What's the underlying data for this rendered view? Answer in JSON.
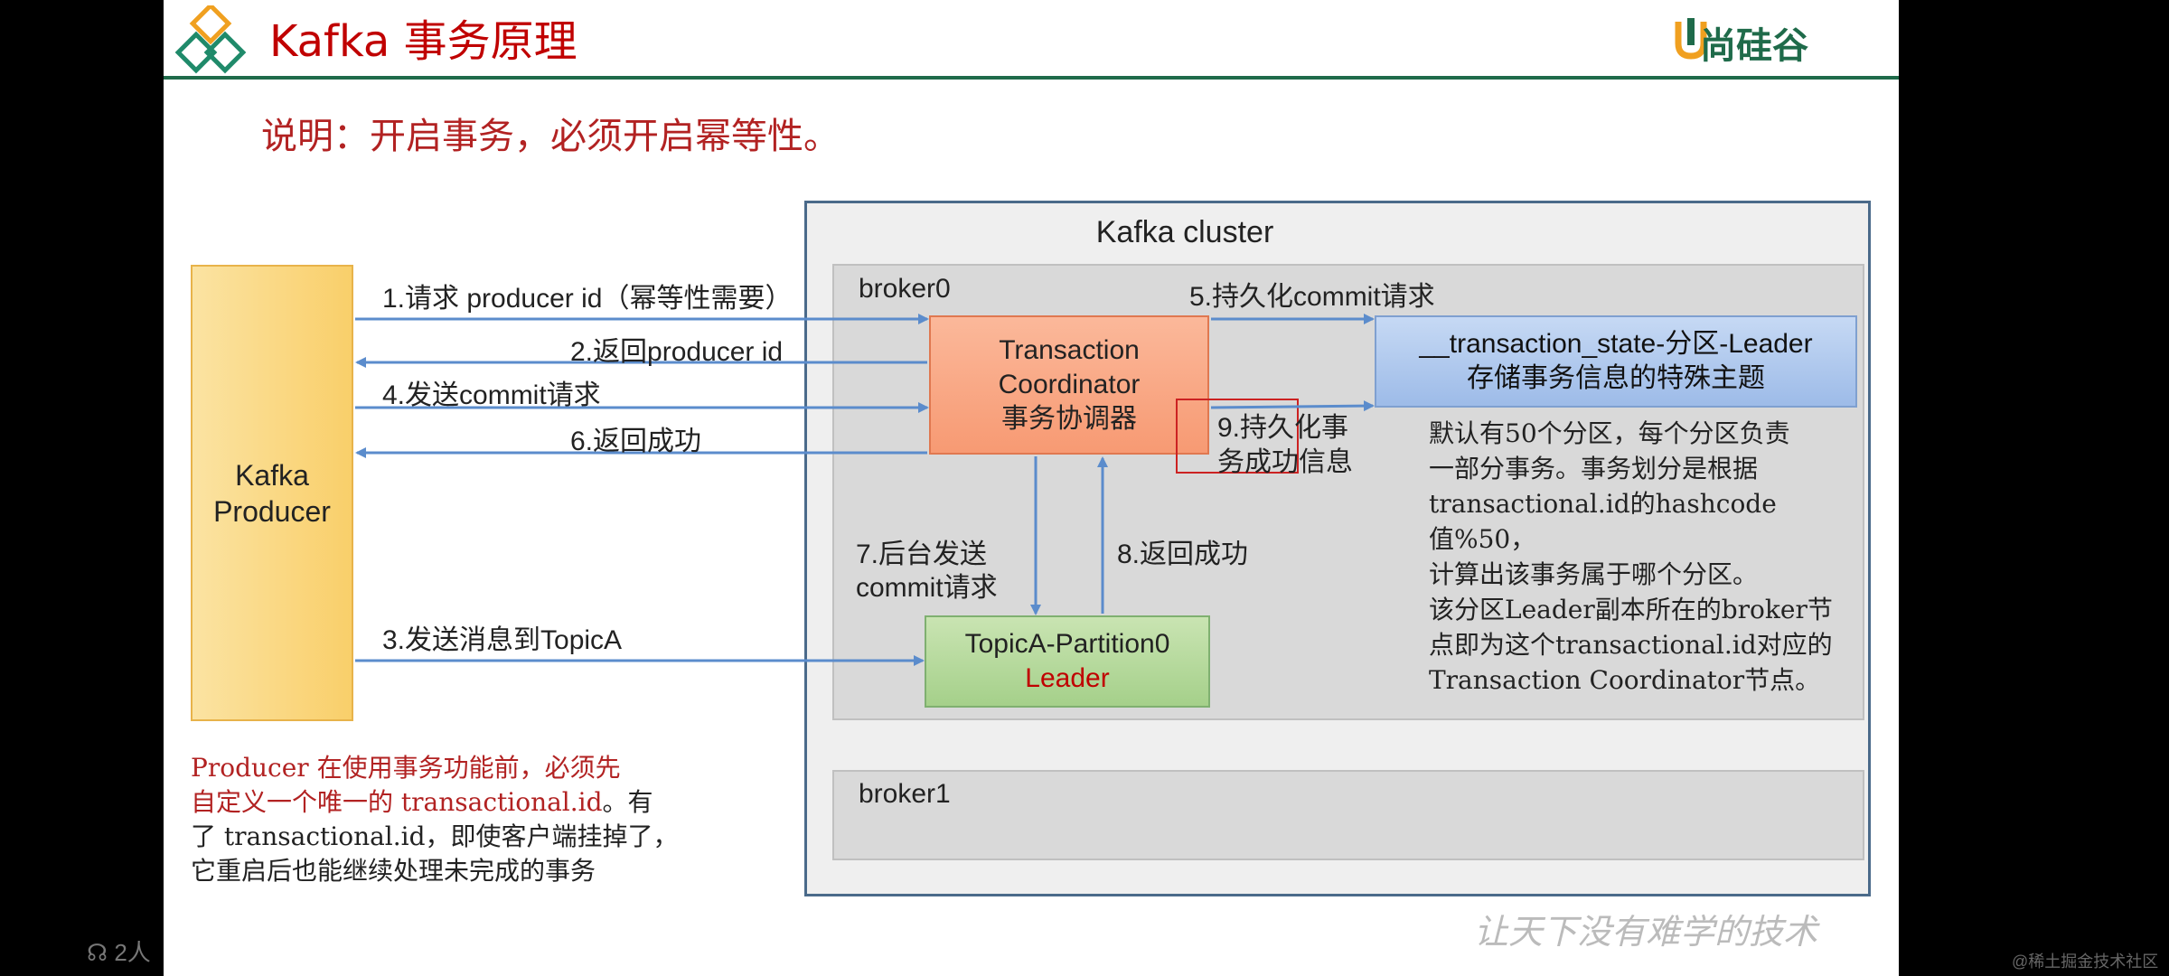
{
  "header": {
    "title": "Kafka 事务原理",
    "logo_text": "尚硅谷"
  },
  "subtitle": "说明：开启事务，必须开启幂等性。",
  "diagram": {
    "cluster_label": "Kafka cluster",
    "broker0_label": "broker0",
    "broker1_label": "broker1",
    "producer": {
      "line1": "Kafka",
      "line2": "Producer"
    },
    "coordinator": {
      "line1": "Transaction",
      "line2": "Coordinator",
      "line3": "事务协调器"
    },
    "state_topic": {
      "line1": "__transaction_state-分区-Leader",
      "line2": "存储事务信息的特殊主题"
    },
    "partition": {
      "line1": "TopicA-Partition0",
      "line2": "Leader"
    },
    "steps": {
      "s1": "1.请求 producer id（幂等性需要）",
      "s2": "2.返回producer id",
      "s3": "3.发送消息到TopicA",
      "s4": "4.发送commit请求",
      "s5": "5.持久化commit请求",
      "s6": "6.返回成功",
      "s7_line1": "7.后台发送",
      "s7_line2": "commit请求",
      "s8": "8.返回成功",
      "s9_line1": "9.持久化事",
      "s9_line2": "务成功信息"
    },
    "description": [
      "默认有50个分区，每个分区负责",
      "一部分事务。事务划分是根据",
      "transactional.id的hashcode值%50，",
      "计算出该事务属于哪个分区。",
      "该分区Leader副本所在的broker节",
      "点即为这个transactional.id对应的",
      "Transaction Coordinator节点。"
    ],
    "producer_note": {
      "red_line1": "Producer 在使用事务功能前，必须先",
      "red_line2": "自定义一个唯一的 transactional.id",
      "tail_line2": "。有",
      "line3": "了 transactional.id，即使客户端挂掉了，",
      "line4": "它重启后也能继续处理未完成的事务"
    }
  },
  "footer": {
    "slogan": "让天下没有难学的技术",
    "viewer_count": "2人",
    "watermark": "@稀土掘金技术社区"
  },
  "colors": {
    "title_red": "#C00000",
    "brand_green": "#1f6b4a",
    "arrow_blue": "#5b8ccc"
  }
}
